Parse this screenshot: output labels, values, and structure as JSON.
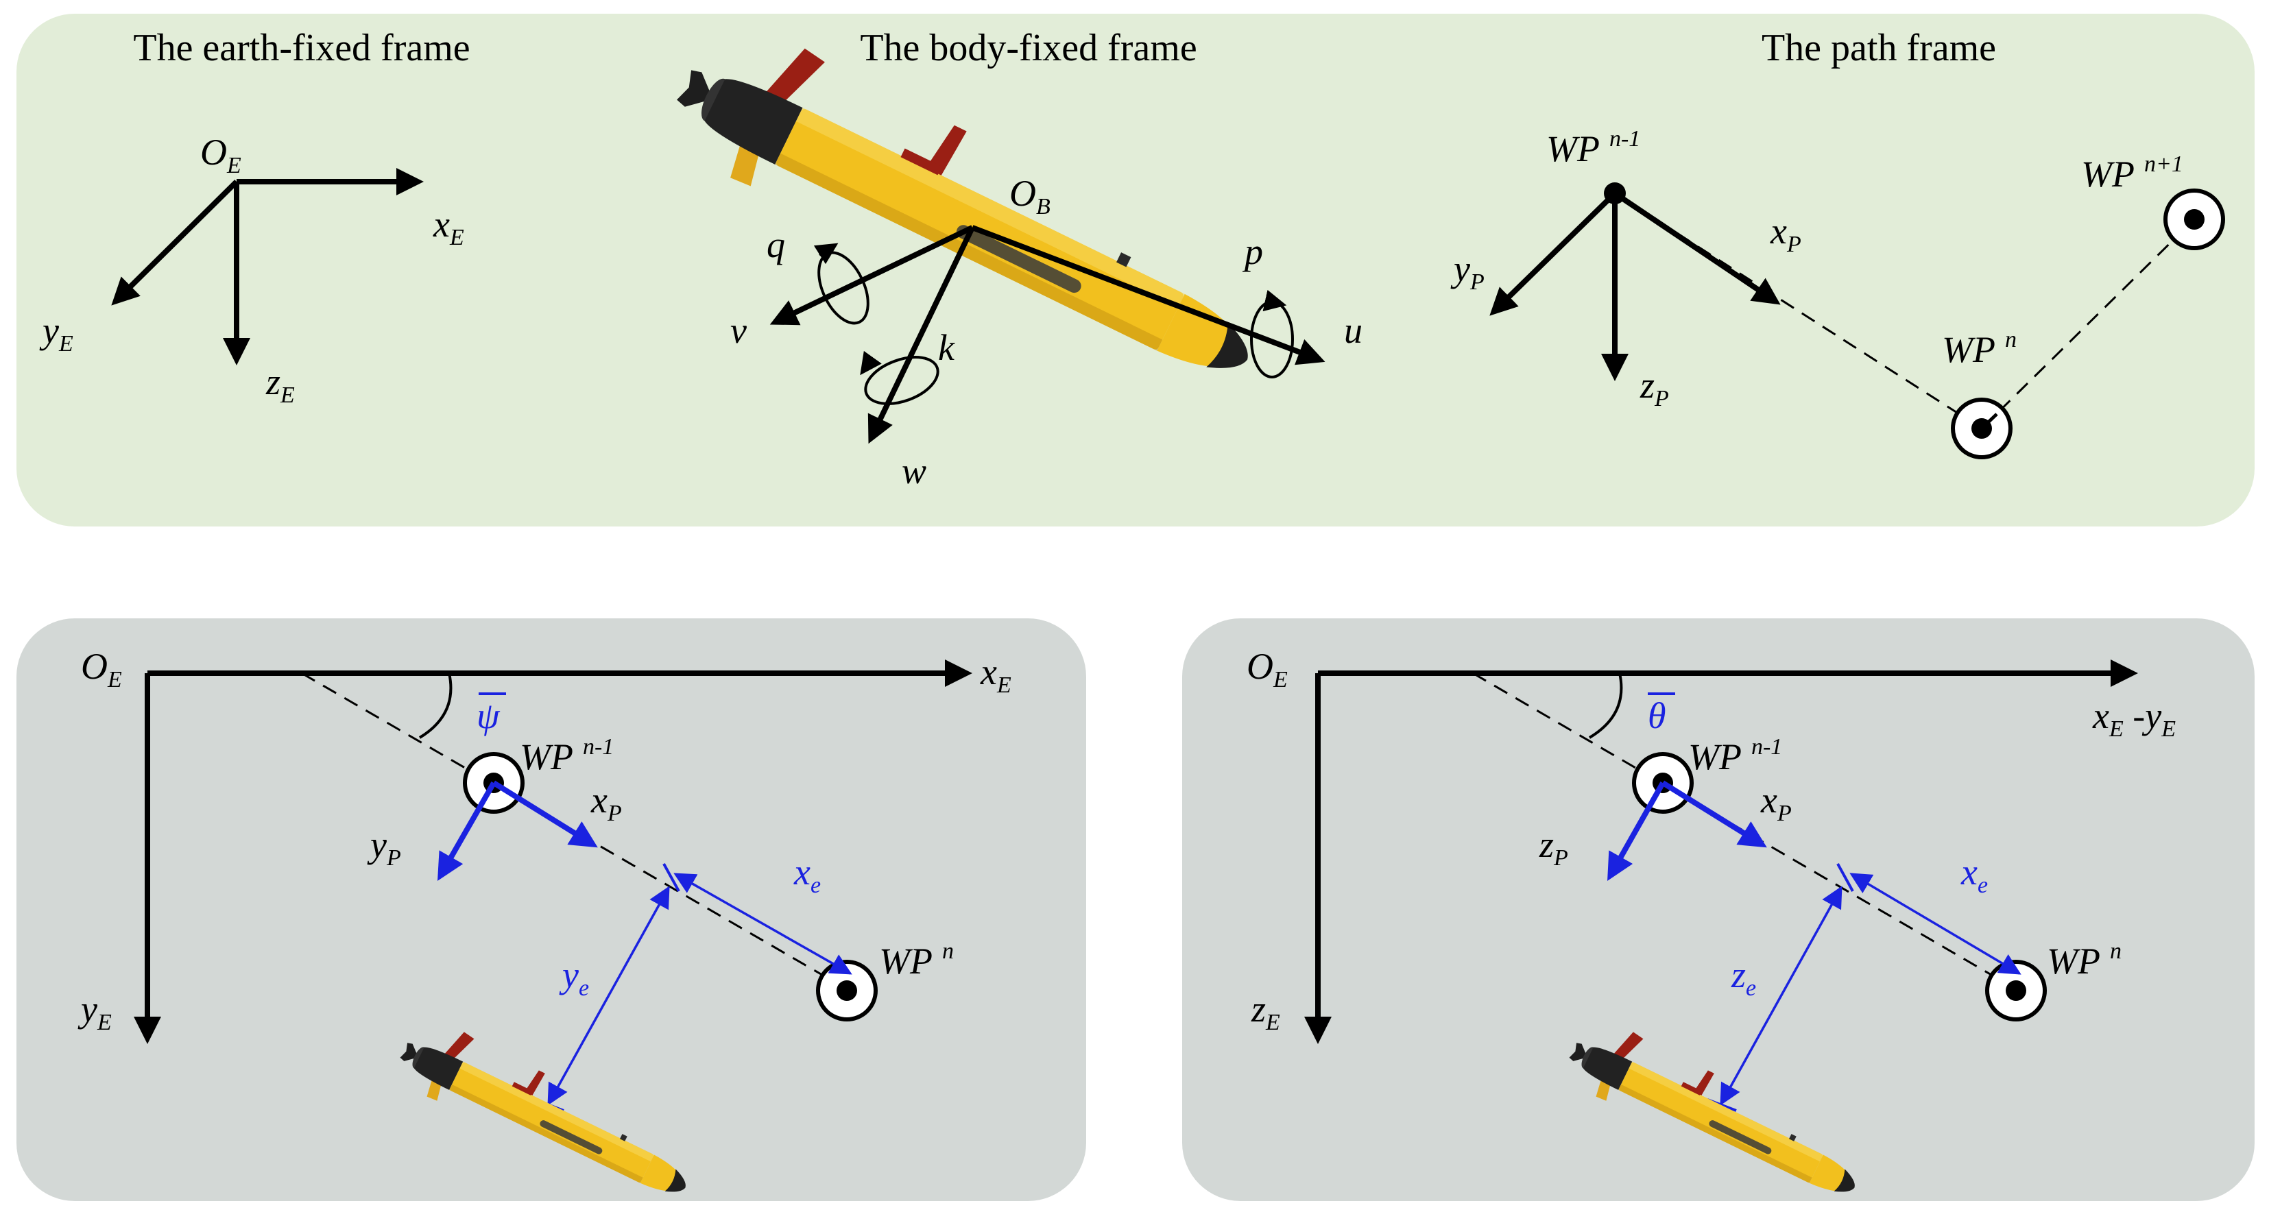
{
  "colors": {
    "top_panel_bg": "#e2edd8",
    "bottom_panel_bg": "#d3d8d6",
    "blue": "#1a22e0",
    "vehicle_body": "#f2c01e",
    "vehicle_fin": "#9a1f14",
    "vehicle_nose": "#2a2a2a"
  },
  "top_panel": {
    "earth_frame": {
      "title": "The earth-fixed frame",
      "origin": {
        "base": "O",
        "sub": "E"
      },
      "x_axis": {
        "base": "x",
        "sub": "E"
      },
      "y_axis": {
        "base": "y",
        "sub": "E"
      },
      "z_axis": {
        "base": "z",
        "sub": "E"
      }
    },
    "body_frame": {
      "title": "The body-fixed frame",
      "origin": {
        "base": "O",
        "sub": "B"
      },
      "u": "u",
      "v": "v",
      "w": "w",
      "p": "p",
      "q": "q",
      "k": "k"
    },
    "path_frame": {
      "title": "The path frame",
      "wp_prev": {
        "base": "WP",
        "sup": "n-1"
      },
      "wp_curr": {
        "base": "WP",
        "sup": "n"
      },
      "wp_next": {
        "base": "WP",
        "sup": "n+1"
      },
      "x_axis": {
        "base": "x",
        "sub": "P"
      },
      "y_axis": {
        "base": "y",
        "sub": "P"
      },
      "z_axis": {
        "base": "z",
        "sub": "P"
      }
    }
  },
  "bottom_left": {
    "origin": {
      "base": "O",
      "sub": "E"
    },
    "x_axis": {
      "base": "x",
      "sub": "E"
    },
    "y_axis": {
      "base": "y",
      "sub": "E"
    },
    "angle": "ψ",
    "wp_prev": {
      "base": "WP",
      "sup": "n-1"
    },
    "wp_curr": {
      "base": "WP",
      "sup": "n"
    },
    "path_x": {
      "base": "x",
      "sub": "P"
    },
    "path_y": {
      "base": "y",
      "sub": "P"
    },
    "err_along": {
      "base": "x",
      "sub": "e"
    },
    "err_cross": {
      "base": "y",
      "sub": "e"
    }
  },
  "bottom_right": {
    "origin": {
      "base": "O",
      "sub": "E"
    },
    "x_axis": {
      "base": "x",
      "sub": "E",
      "sep": " -",
      "base2": "y",
      "sub2": "E"
    },
    "z_axis": {
      "base": "z",
      "sub": "E"
    },
    "angle": "θ",
    "wp_prev": {
      "base": "WP",
      "sup": "n-1"
    },
    "wp_curr": {
      "base": "WP",
      "sup": "n"
    },
    "path_x": {
      "base": "x",
      "sub": "P"
    },
    "path_z": {
      "base": "z",
      "sub": "P"
    },
    "err_along": {
      "base": "x",
      "sub": "e"
    },
    "err_cross": {
      "base": "z",
      "sub": "e"
    }
  }
}
